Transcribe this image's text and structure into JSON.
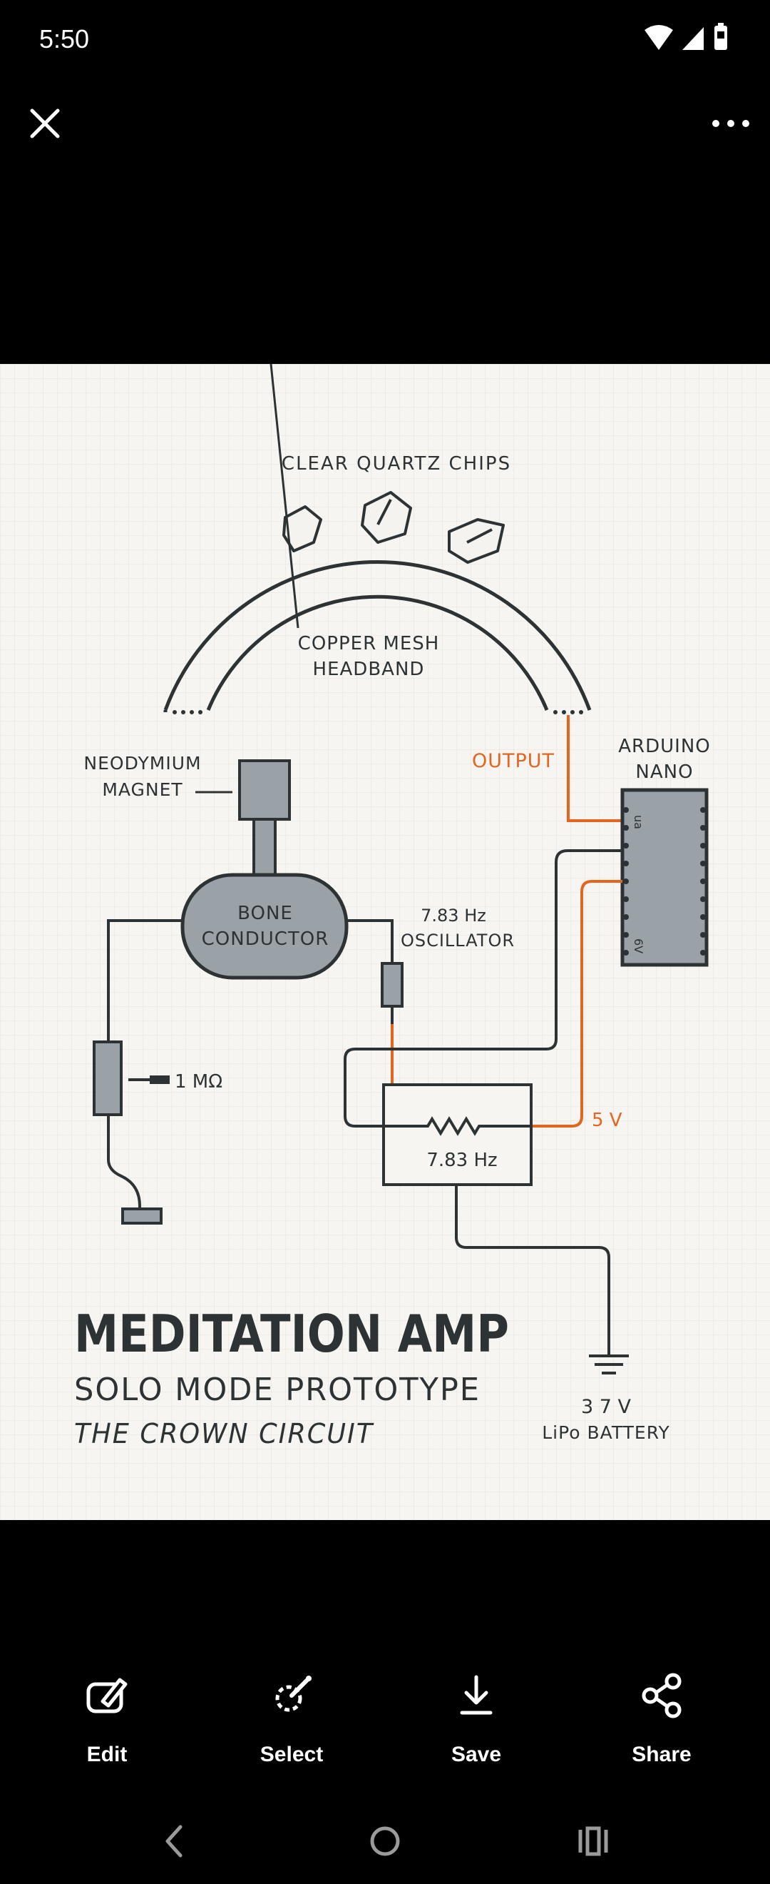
{
  "status_bar": {
    "time": "5:50",
    "icons": [
      "wifi-icon",
      "cell-signal-icon",
      "battery-icon"
    ]
  },
  "top_bar": {
    "close_icon": "close-icon",
    "more_icon": "more-options-icon"
  },
  "image": {
    "top_label": "CLEAR QUARTZ CHIPS",
    "headband_line1": "COPPER MESH",
    "headband_line2": "HEADBAND",
    "magnet_line1": "NEODYMIUM",
    "magnet_line2": "MAGNET",
    "bone_line1": "BONE",
    "bone_line2": "CONDUCTOR",
    "osc_line1": "7.83 Hz",
    "osc_line2": "OSCILLATOR",
    "output_label": "OUTPUT",
    "arduino_line1": "ARDUINO",
    "arduino_line2": "NANO",
    "resistor_label": "1 MΩ",
    "box_label": "7.83 Hz",
    "voltage_label": "5 V",
    "pin_top": "ua",
    "pin_bottom": "6V",
    "title": "MEDITATION AMP",
    "subtitle": "SOLO MODE PROTOTYPE",
    "tagline": "THE CROWN CIRCUIT",
    "battery_line1": "3 7 V",
    "battery_line2": "LiPo BATTERY",
    "colors": {
      "accent": "#e2661f",
      "paper": "#f6f5f1",
      "ink": "#2d3234",
      "component": "#9aa2a8"
    }
  },
  "actions": [
    {
      "label": "Edit",
      "icon": "edit-icon"
    },
    {
      "label": "Select",
      "icon": "select-icon"
    },
    {
      "label": "Save",
      "icon": "download-icon"
    },
    {
      "label": "Share",
      "icon": "share-icon"
    }
  ],
  "nav": {
    "back": "back-icon",
    "home": "home-icon",
    "recents": "recents-icon"
  }
}
